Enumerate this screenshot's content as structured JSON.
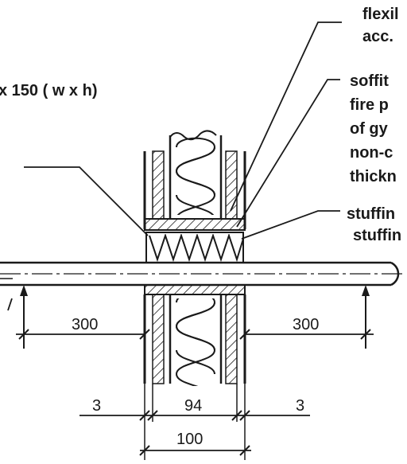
{
  "labels": {
    "flex_line1": "flexil",
    "flex_line2": "acc.",
    "size_note": "x 150 ( w x h)",
    "soffit_1": "soffit",
    "soffit_2": "fire p",
    "soffit_3": "of gy",
    "soffit_4": "non-c",
    "soffit_5": "thickn",
    "stuff_1": "stuffin",
    "stuff_2": "stuffin"
  },
  "dimensions": {
    "left_300": "300",
    "right_300": "300",
    "left_3": "3",
    "mid_94": "94",
    "right_3": "3",
    "total_100": "100"
  },
  "colors": {
    "ink": "#1a1a1a",
    "background": "#ffffff"
  }
}
